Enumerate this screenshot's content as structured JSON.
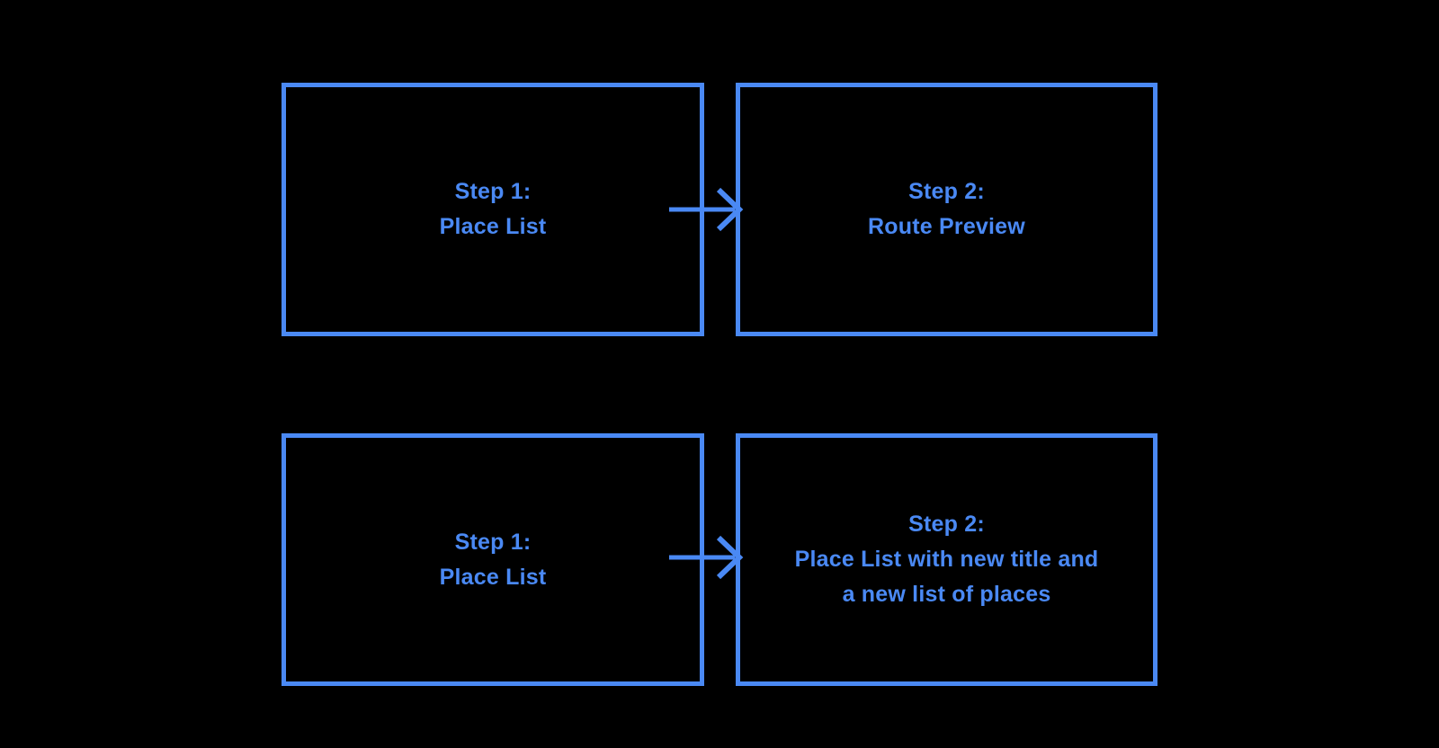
{
  "page": {
    "background": "#000000",
    "accent": "#4a89f4"
  },
  "diagram": {
    "rows": [
      {
        "source": {
          "text": "Step 1:\nPlace List"
        },
        "target": {
          "text": "Step 2:\nRoute Preview"
        }
      },
      {
        "source": {
          "text": "Step 1:\nPlace List"
        },
        "target": {
          "text": "Step 2:\nPlace List with new title and\na new list of places"
        }
      }
    ]
  }
}
